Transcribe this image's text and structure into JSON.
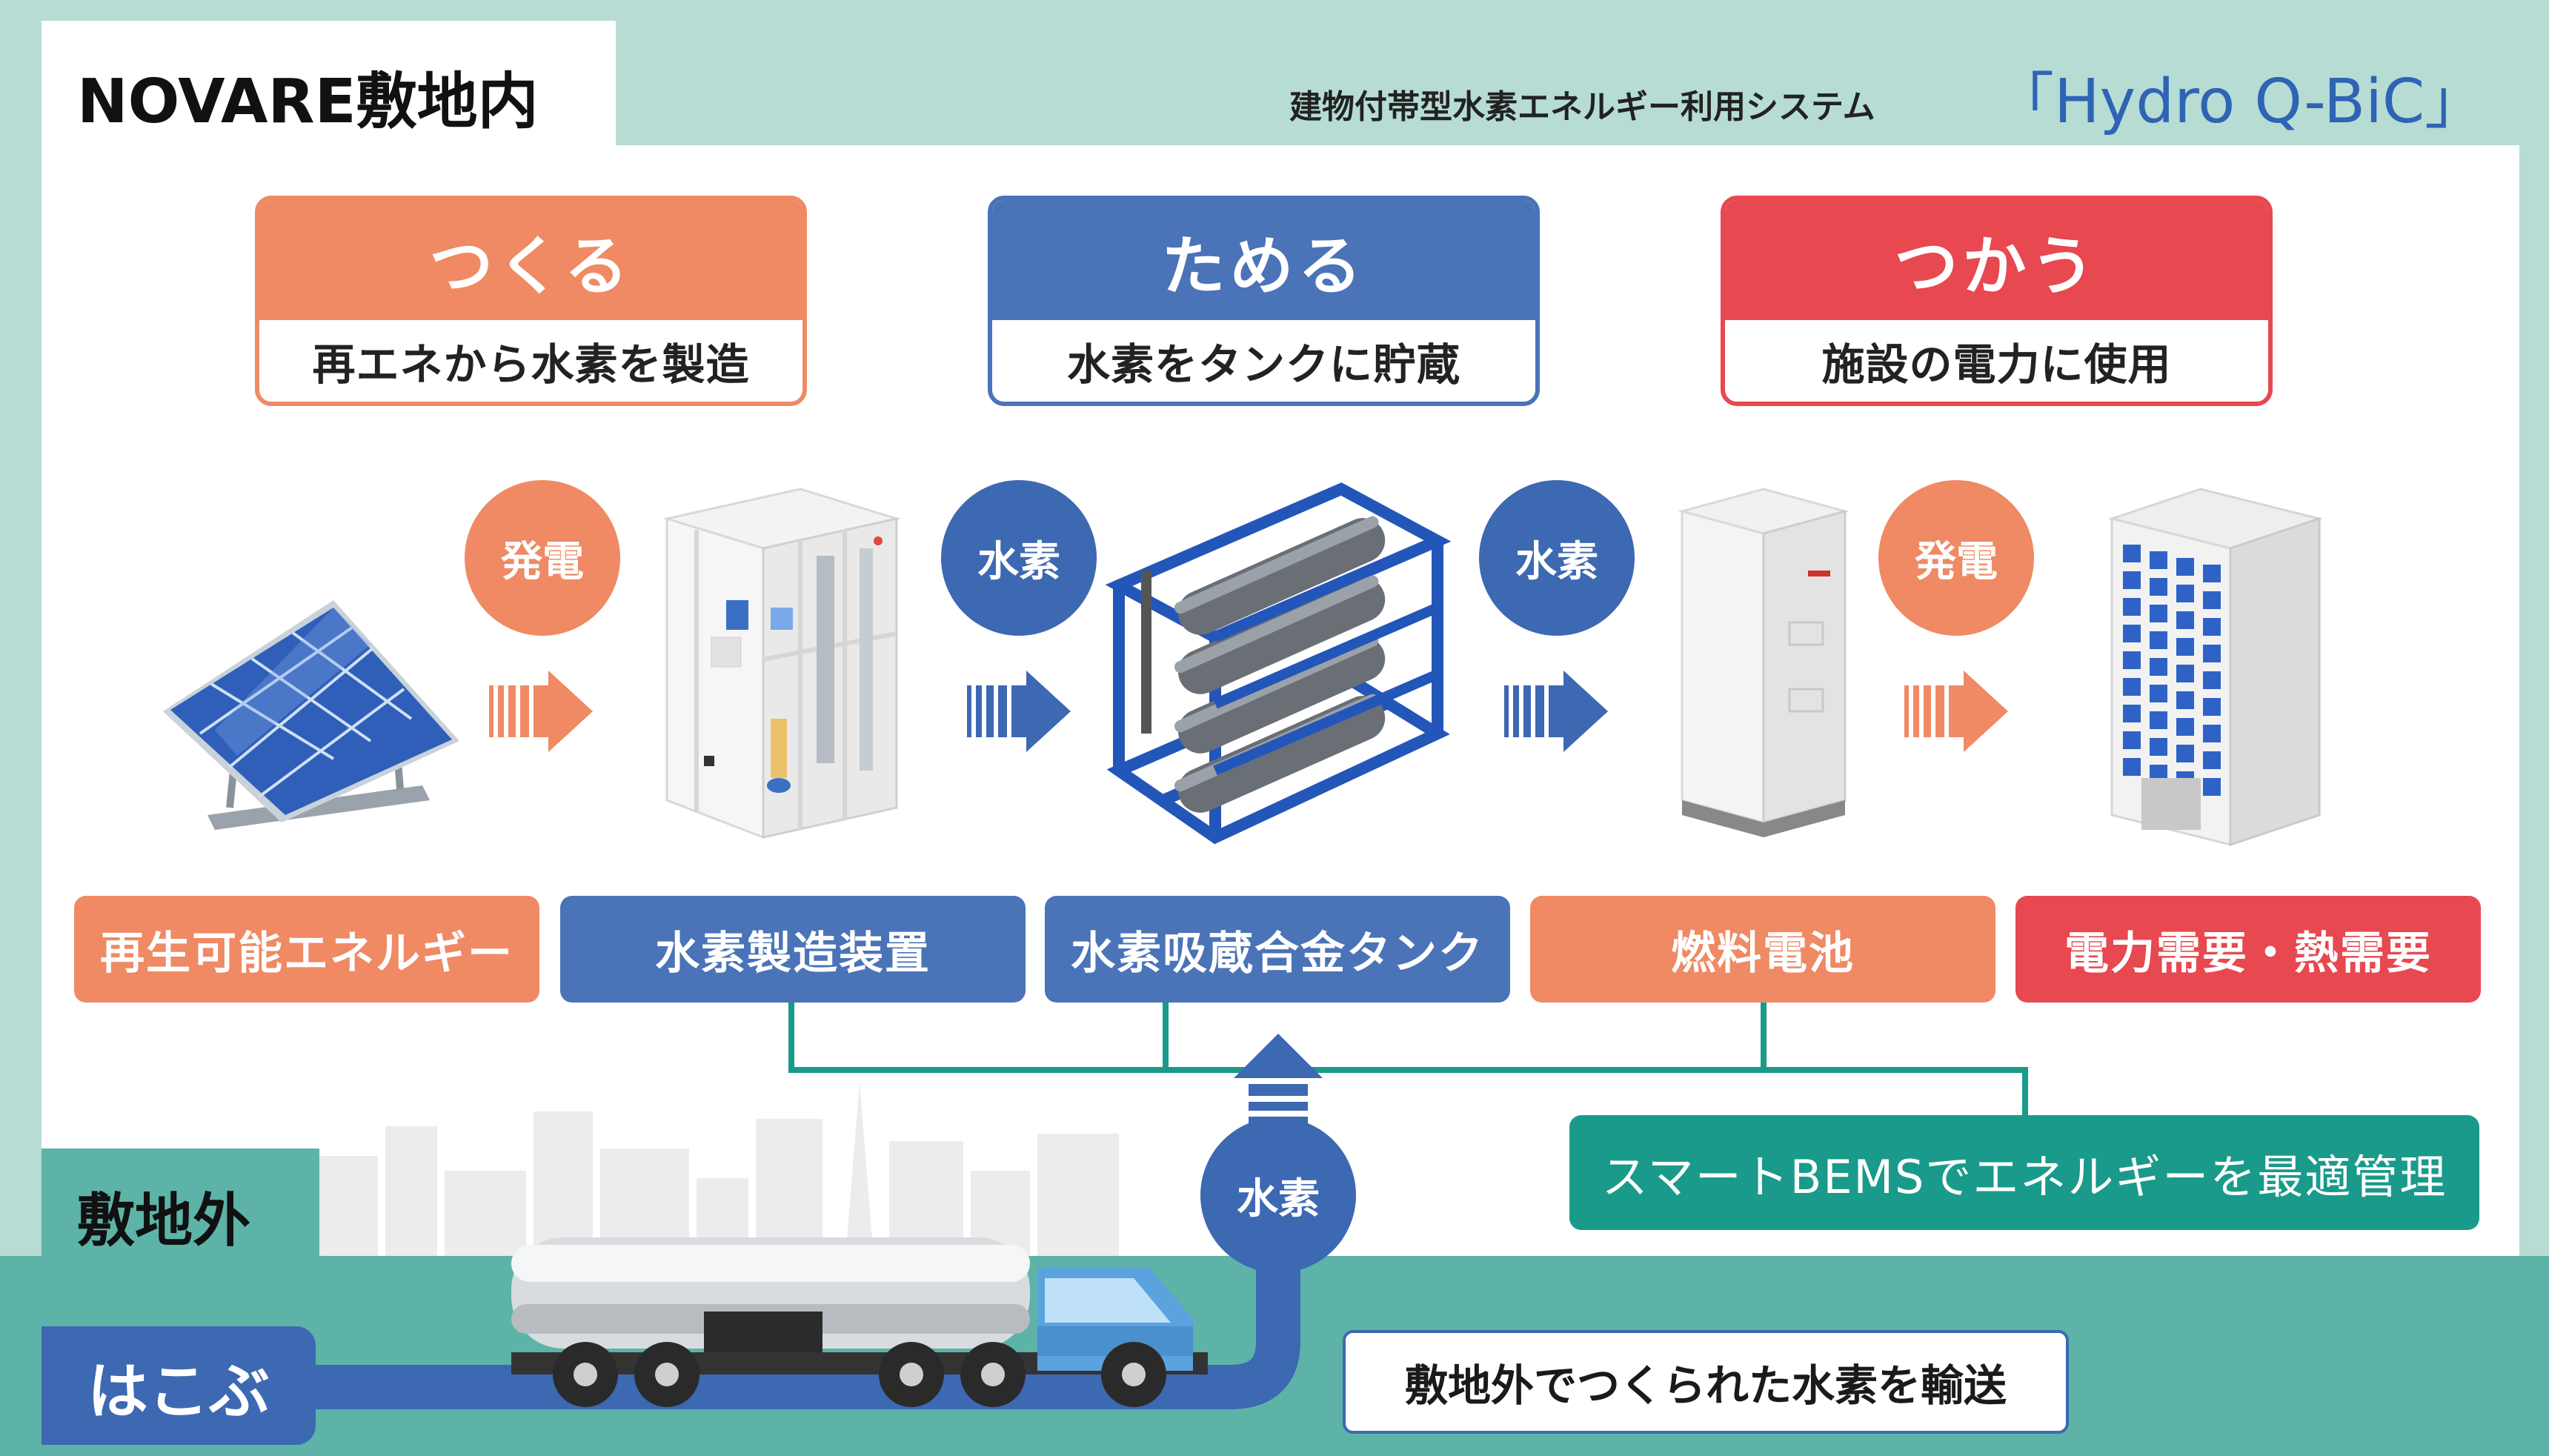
{
  "colors": {
    "teal_bg": "#b6dcd4",
    "teal_band": "#5db3a8",
    "teal_line": "#1a9a8a",
    "orange": "#ef8a64",
    "blue": "#4a73b8",
    "red": "#e8484f",
    "circle_blue": "#3d68b2"
  },
  "header": {
    "site_label": "NOVARE敷地内",
    "system_name": "建物付帯型水素エネルギー利用システム",
    "product_name": "「Hydro Q-BiC」"
  },
  "stages": [
    {
      "title": "つくる",
      "subtitle": "再エネから水素を製造",
      "color": "#ef8a64"
    },
    {
      "title": "ためる",
      "subtitle": "水素をタンクに貯蔵",
      "color": "#4a73b8"
    },
    {
      "title": "つかう",
      "subtitle": "施設の電力に使用",
      "color": "#e8484f"
    }
  ],
  "flow_bubbles": [
    "発電",
    "水素",
    "水素",
    "発電"
  ],
  "components": [
    {
      "label": "再生可能エネルギー",
      "color": "#ef8a64"
    },
    {
      "label": "水素製造装置",
      "color": "#4a73b8"
    },
    {
      "label": "水素吸蔵合金タンク",
      "color": "#4a73b8"
    },
    {
      "label": "燃料電池",
      "color": "#ef8a64"
    },
    {
      "label": "電力需要・熱需要",
      "color": "#e8484f"
    }
  ],
  "icons": [
    "solar-panel-icon",
    "electrolyzer-icon",
    "hydrogen-tank-icon",
    "fuel-cell-icon",
    "office-building-icon",
    "tanker-truck-icon",
    "city-skyline-icon"
  ],
  "bems_label": "スマートBEMSでエネルギーを最適管理",
  "offsite": {
    "label": "敷地外",
    "transport_title": "はこぶ",
    "hydrogen_bubble": "水素",
    "transport_caption": "敷地外でつくられた水素を輸送"
  }
}
